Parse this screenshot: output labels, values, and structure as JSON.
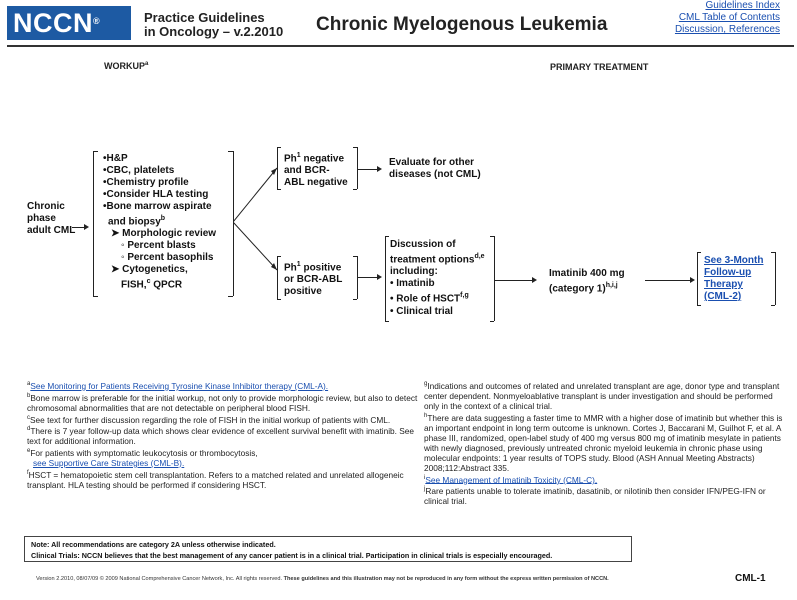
{
  "header": {
    "logo_text": "NCCN",
    "logo_mark": "®",
    "guidelines_line1": "Practice Guidelines",
    "guidelines_line2": "in Oncology – v.2.2010",
    "title": "Chronic Myelogenous Leukemia",
    "links": [
      "Guidelines Index",
      "CML Table of Contents",
      "Discussion, References"
    ]
  },
  "sections": {
    "workup": "WORKUP",
    "workup_sup": "a",
    "treatment": "PRIMARY TREATMENT"
  },
  "flow": {
    "start": [
      "Chronic",
      "phase",
      "adult CML"
    ],
    "workup_items": [
      "•H&P",
      "•CBC, platelets",
      "•Chemistry profile",
      "•Consider HLA testing",
      "•Bone marrow aspirate",
      "  and biopsy",
      "➤ Morphologic review",
      "◦ Percent blasts",
      "◦ Percent basophils",
      "➤ Cytogenetics,",
      "FISH,",
      "QPCR"
    ],
    "biopsy_sup": "b",
    "fish_sup": "c",
    "ph_neg": [
      "Ph",
      "negative",
      "and BCR-",
      "ABL negative"
    ],
    "ph_sup": "1",
    "ph_neg_result": [
      "Evaluate for other",
      "diseases (not CML)"
    ],
    "ph_pos": [
      "Ph",
      "positive",
      "or BCR-ABL",
      "positive"
    ],
    "discussion": [
      "Discussion of",
      "treatment options",
      "including:",
      "• Imatinib",
      "• Role of HSCT",
      "• Clinical trial"
    ],
    "discussion_sup": "d,e",
    "hsct_sup": "f,g",
    "imatinib": [
      "Imatinib 400 mg",
      "(category 1)"
    ],
    "imatinib_sup": "h,i,j",
    "followup": [
      "See 3-Month",
      "Follow-up",
      "Therapy",
      "(CML-2)"
    ]
  },
  "footnotes_left": [
    {
      "mark": "a",
      "text": "See Monitoring for Patients Receiving Tyrosine Kinase Inhibitor therapy (CML-A).",
      "link": true
    },
    {
      "mark": "b",
      "text": "Bone marrow is preferable for the initial workup, not only to provide morphologic review, but also to detect chromosomal abnormalities that are not detectable on peripheral blood FISH."
    },
    {
      "mark": "c",
      "text": "See text for further discussion regarding the role of FISH in the initial workup of patients with CML."
    },
    {
      "mark": "d",
      "text": "There is 7 year follow-up data which shows clear evidence of excellent survival benefit with imatinib. See text for additional information."
    },
    {
      "mark": "e",
      "text": "For patients with symptomatic leukocytosis or thrombocytosis,",
      "link_text": "see Supportive Care Strategies (CML-B)."
    },
    {
      "mark": "f",
      "text": "HSCT = hematopoietic stem cell transplantation. Refers to a matched related and unrelated allogeneic transplant. HLA testing should be performed if considering HSCT."
    }
  ],
  "footnotes_right": [
    {
      "mark": "g",
      "text": "Indications and outcomes of related and unrelated transplant are age, donor type and transplant center dependent. Nonmyeloablative transplant is under investigation and should be performed only in the context of a clinical trial."
    },
    {
      "mark": "h",
      "text": "There are data suggesting a faster time to MMR with a higher dose of imatinib but whether this is an important endpoint in long term outcome is unknown. Cortes J, Baccarani M, Guilhot F, et al. A phase III, randomized, open-label study of 400 mg versus 800 mg of imatinib mesylate in patients with newly diagnosed, previously untreated chronic myeloid leukemia in chronic phase using molecular endpoints: 1 year results of TOPS study. Blood (ASH Annual Meeting Abstracts) 2008;112:Abstract 335."
    },
    {
      "mark": "i",
      "text": "See Management of Imatinib Toxicity (CML-C).",
      "link": true
    },
    {
      "mark": "j",
      "text": "Rare patients unable to tolerate imatinib, dasatinib, or nilotinib then consider IFN/PEG-IFN or clinical trial."
    }
  ],
  "note": {
    "line1": "Note:  All recommendations are category 2A unless otherwise indicated.",
    "line2": "Clinical Trials: NCCN believes that the best management of any cancer patient is in a clinical trial.  Participation in clinical trials is especially encouraged."
  },
  "footer": {
    "version": "Version 2.2010, 08/07/09 © 2009 National Comprehensive Cancer Network, Inc. All rights reserved.",
    "notice": "These guidelines and this illustration may not be reproduced in any form without the express written permission of NCCN.",
    "code": "CML-1"
  }
}
